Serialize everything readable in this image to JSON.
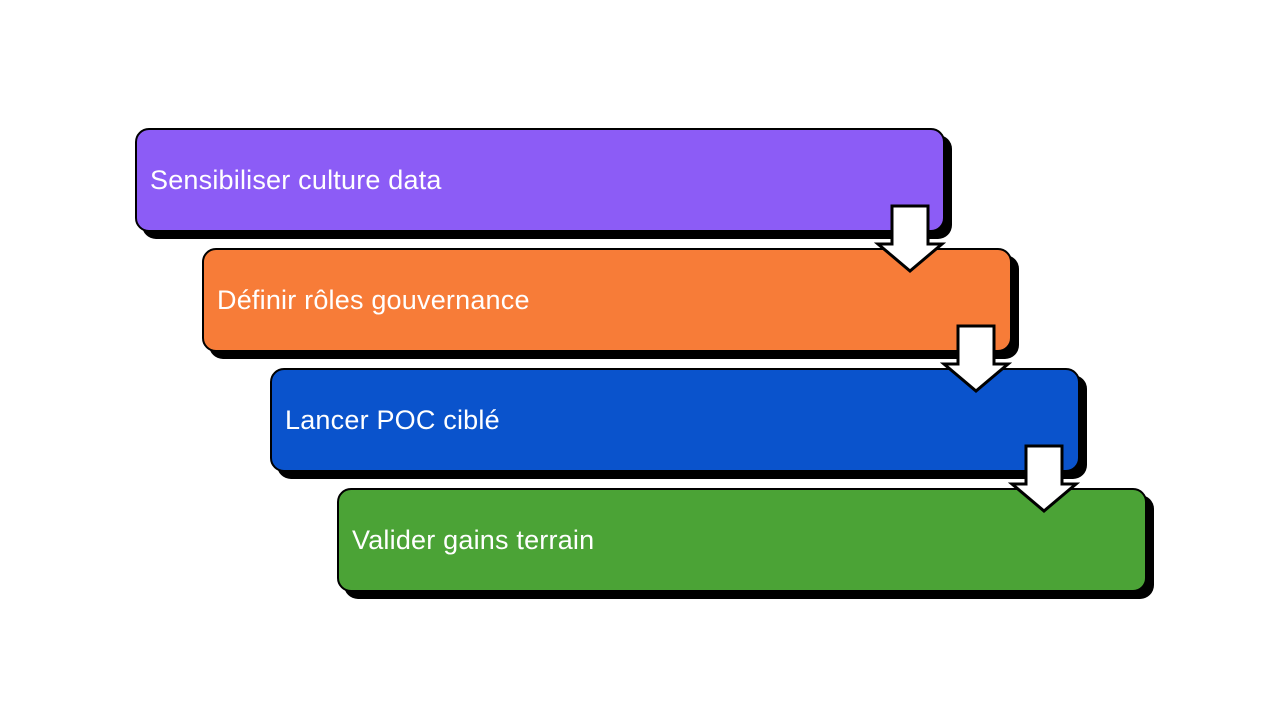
{
  "diagram": {
    "type": "step-down-process",
    "background": "#FFFFFF",
    "text_color": "#FFFFFF",
    "outline_color": "#000000",
    "shadow_color": "#000000",
    "steps": [
      {
        "label": "Sensibiliser culture data",
        "color": "#8C5CF6"
      },
      {
        "label": "Définir rôles gouvernance",
        "color": "#F77C38"
      },
      {
        "label": "Lancer POC ciblé",
        "color": "#0A53CC"
      },
      {
        "label": "Valider gains terrain",
        "color": "#4BA336"
      }
    ],
    "arrow": {
      "direction": "down",
      "fill": "#FFFFFF",
      "outline": "#000000"
    }
  }
}
